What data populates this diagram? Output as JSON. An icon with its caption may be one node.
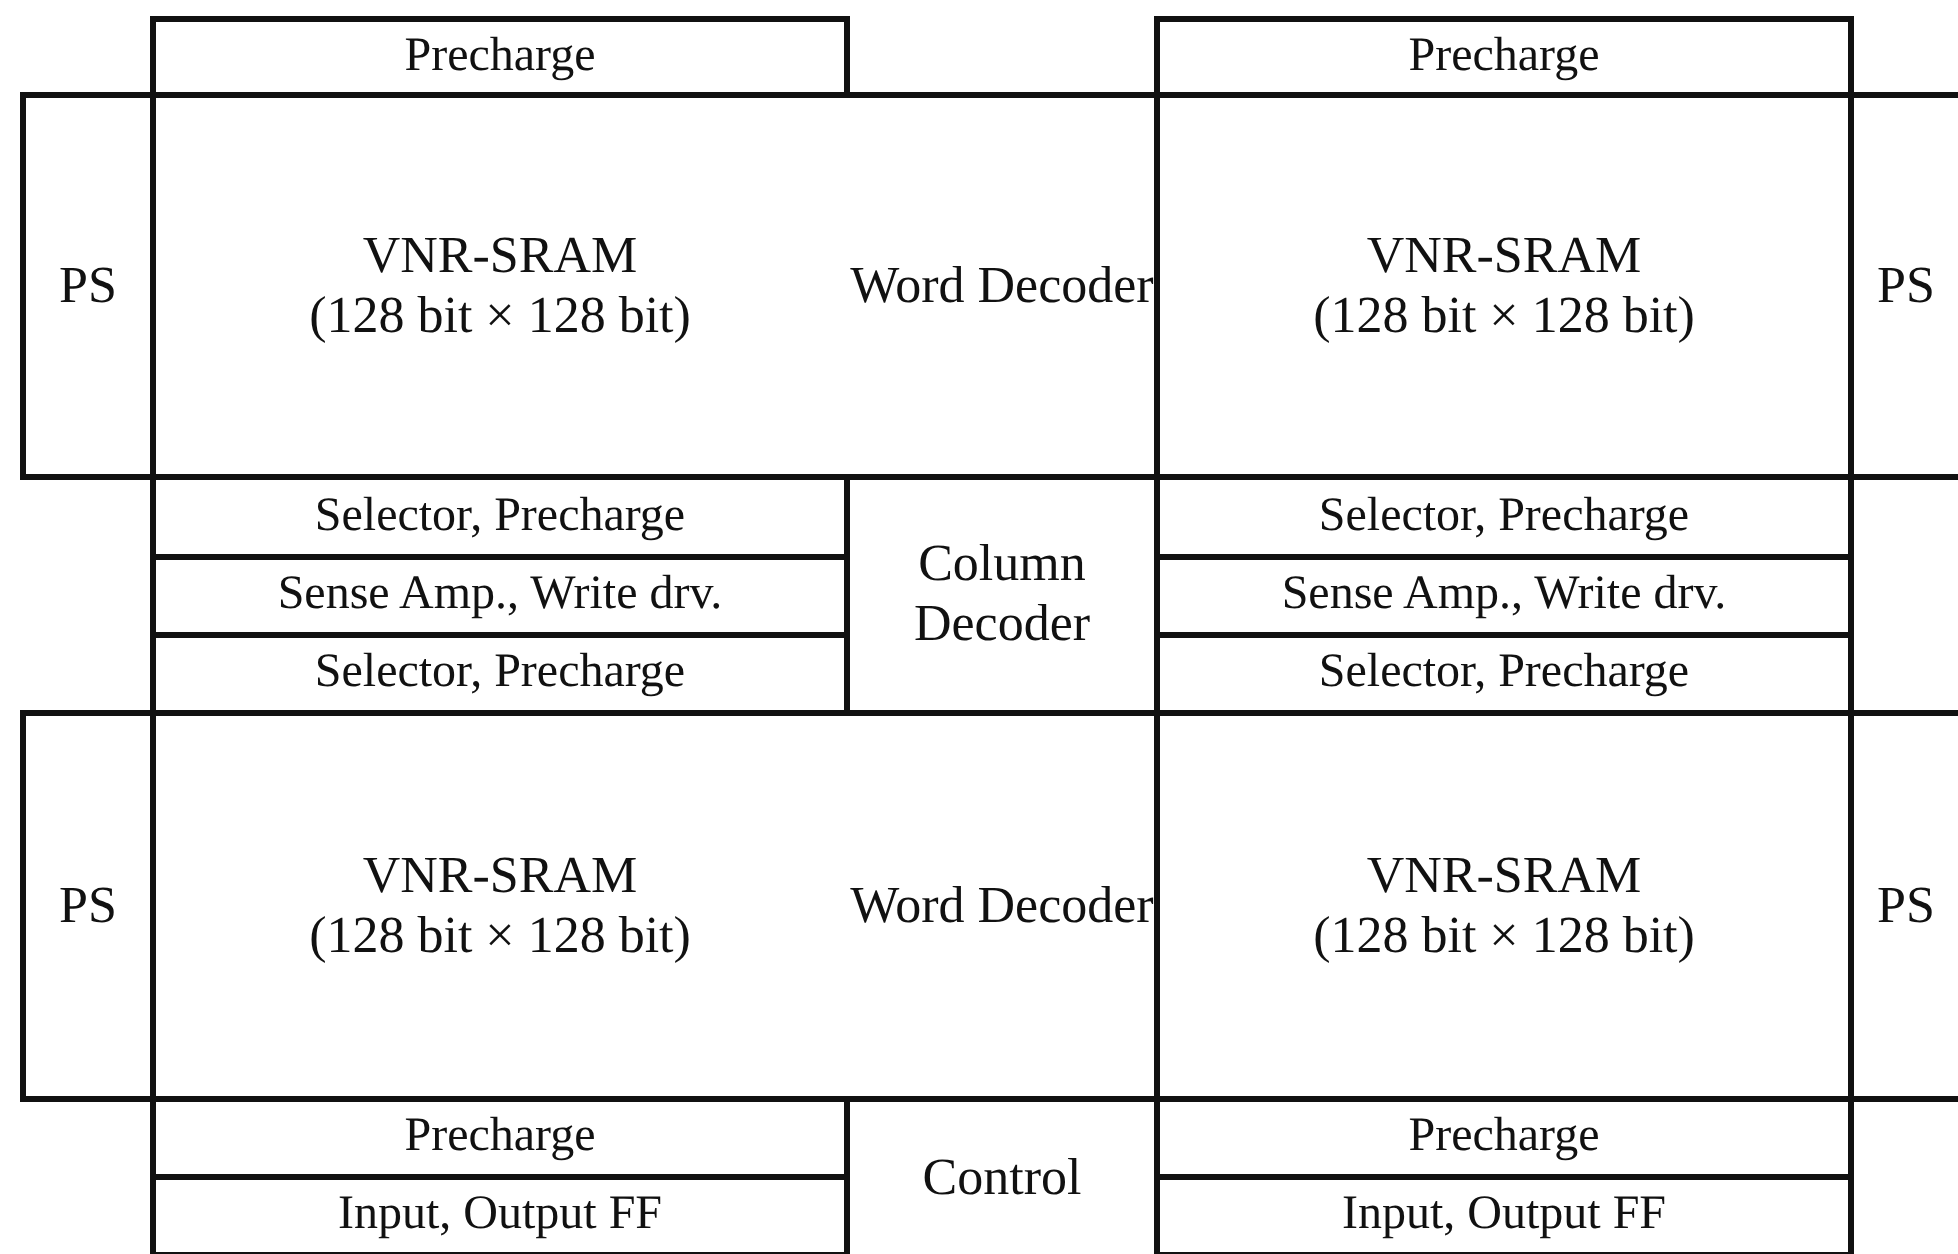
{
  "diagram": {
    "nodes": [
      {
        "text": [
          "Precharge"
        ]
      },
      {
        "text": [
          "Precharge"
        ]
      },
      {
        "text": [
          "PS"
        ]
      },
      {
        "text": [
          "VNR-SRAM",
          "(128 bit × 128 bit)"
        ]
      },
      {
        "text": [
          "Word Decoder"
        ]
      },
      {
        "text": [
          "VNR-SRAM",
          "(128 bit × 128 bit)"
        ]
      },
      {
        "text": [
          "PS"
        ]
      },
      {
        "text": [
          "Selector, Precharge"
        ]
      },
      {
        "text": [
          "Column Decoder"
        ]
      },
      {
        "text": [
          "Selector, Precharge"
        ]
      },
      {
        "text": [
          "Sense Amp., Write drv."
        ]
      },
      {
        "text": [
          "Sense Amp., Write drv."
        ]
      },
      {
        "text": [
          "Selector, Precharge"
        ]
      },
      {
        "text": [
          "Selector, Precharge"
        ]
      },
      {
        "text": [
          "PS"
        ]
      },
      {
        "text": [
          "VNR-SRAM",
          "(128 bit × 128 bit)"
        ]
      },
      {
        "text": [
          "Word Decoder"
        ]
      },
      {
        "text": [
          "VNR-SRAM",
          "(128 bit × 128 bit)"
        ]
      },
      {
        "text": [
          "PS"
        ]
      },
      {
        "text": [
          "Precharge"
        ]
      },
      {
        "text": [
          "Control"
        ]
      },
      {
        "text": [
          "Precharge"
        ]
      },
      {
        "text": [
          "Input, Output FF"
        ]
      },
      {
        "text": [
          "Input, Output FF"
        ]
      }
    ]
  }
}
